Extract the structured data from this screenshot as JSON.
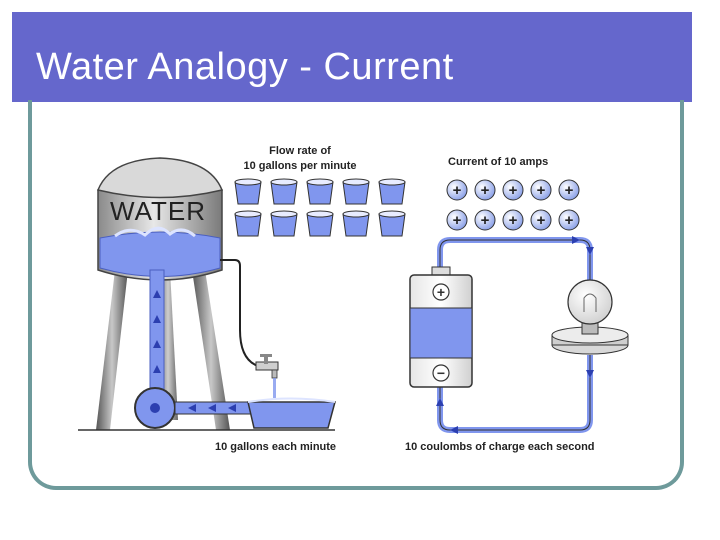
{
  "slide": {
    "title": "Water Analogy - Current"
  },
  "diagram": {
    "tank_label": "WATER",
    "flow_rate_label_line1": "Flow rate of",
    "flow_rate_label_line2": "10 gallons per minute",
    "current_label": "Current of 10 amps",
    "water_caption": "10 gallons each minute",
    "electric_caption": "10 coulombs of charge each second",
    "plus_symbol": "+",
    "minus_symbol": "−",
    "bucket_count": 10,
    "charge_count": 10,
    "icons": [
      "water-tower-icon",
      "bucket-icon",
      "charge-plus-icon",
      "battery-icon",
      "light-bulb-icon",
      "pump-icon",
      "faucet-icon",
      "tub-icon"
    ],
    "colors": {
      "title_bar": "#6567cc",
      "water_blue": "#7f97f0",
      "frame": "#6e9a9b"
    }
  }
}
